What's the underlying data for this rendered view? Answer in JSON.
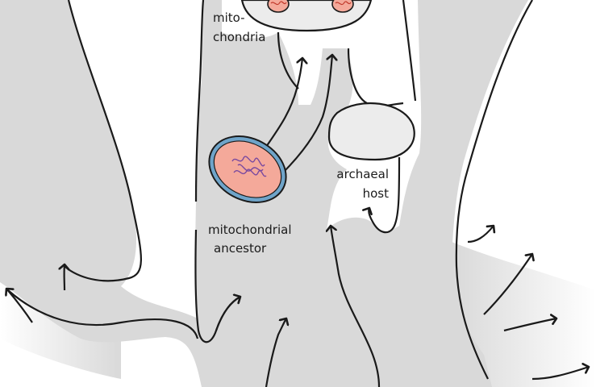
{
  "labels": {
    "mitochondria_line1": "mito-",
    "mitochondria_line2": "chondria",
    "archaeal_line1": "archaeal",
    "archaeal_line2": "host",
    "ancestor_line1": "mitochondrial",
    "ancestor_line2": "ancestor"
  },
  "icons": [
    "arrowhead-icon",
    "mitochondrion-icon",
    "dna-icon",
    "cell-icon"
  ],
  "colors": {
    "tree_fill": "#d9d9d9",
    "outline": "#1a1a1a",
    "bacterium_fill": "#f4a99a",
    "bacterium_membrane": "#6fa4c9",
    "dna": "#7a4aa0",
    "archaeal_cell": "#ececec"
  }
}
